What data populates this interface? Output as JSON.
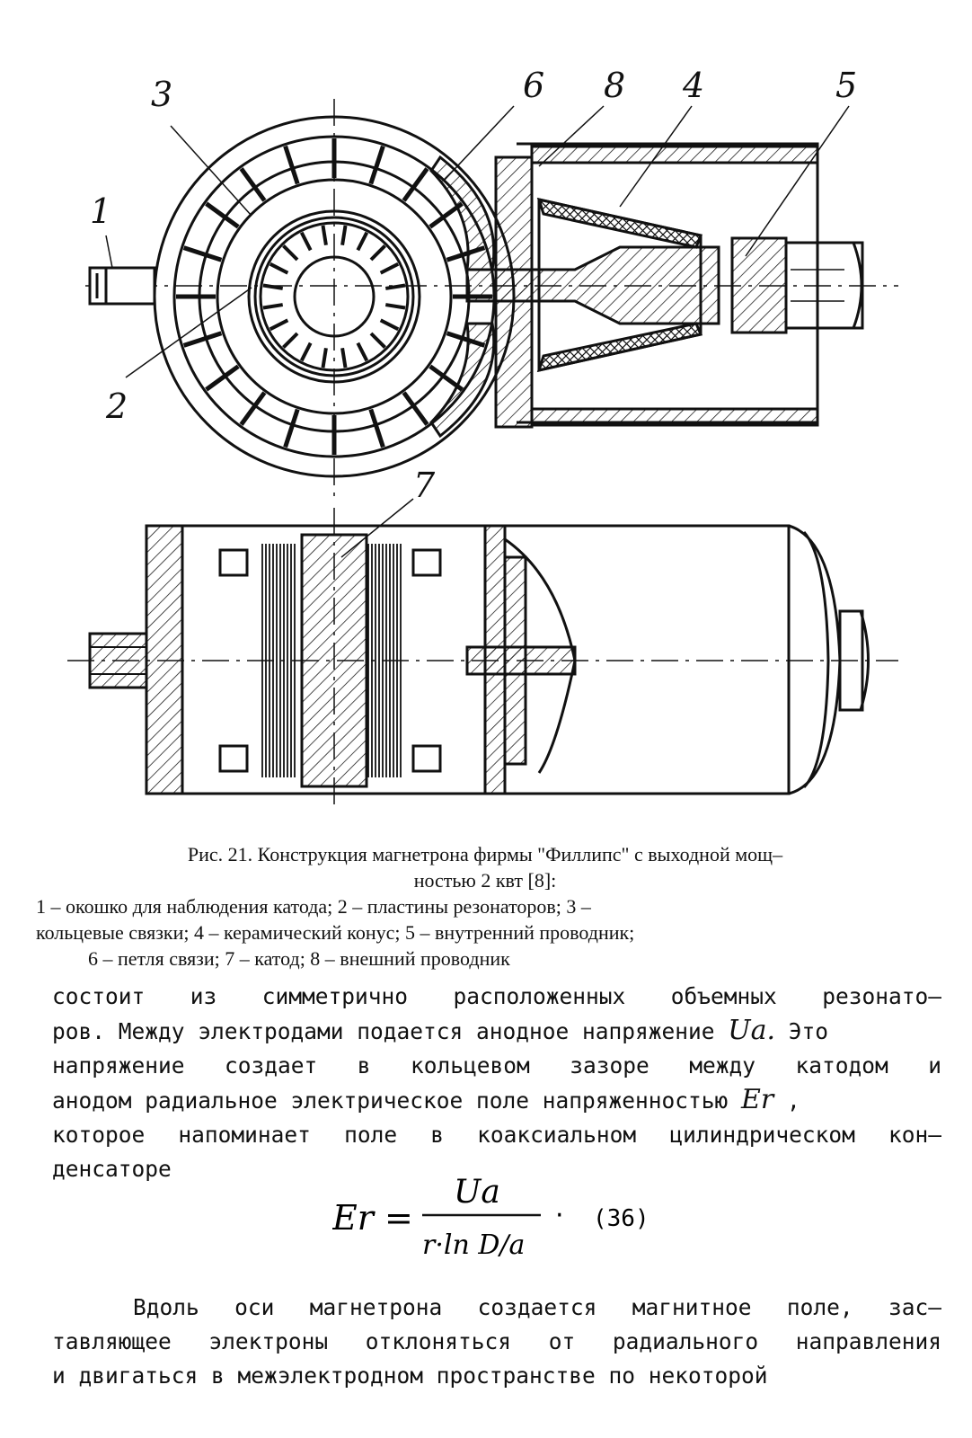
{
  "figure": {
    "labels": {
      "l1": "1",
      "l2": "2",
      "l3": "3",
      "l4": "4",
      "l5": "5",
      "l6": "6",
      "l7": "7",
      "l8": "8"
    }
  },
  "caption": {
    "title_line1": "Рис. 21. Конструкция магнетрона фирмы  \"Филлипс\" с выходной мощ–",
    "title_line2": "ностью 2 квт [8]:",
    "legend_line1": "1 – окошко для наблюдения катода; 2 – пластины резонаторов; 3 –",
    "legend_line2": "кольцевые связки; 4 – керамический конус; 5 – внутренний проводник;",
    "legend_line3": "6 – петля связи; 7 – катод; 8 – внешний проводник"
  },
  "text": {
    "line1": "состоит из симметрично расположенных объемных   резонато–",
    "line2_a": "ров. Между электродами подается анодное напряжение",
    "var_ua": "Ua.",
    "line2_b": "Это",
    "line3": "напряжение создает в кольцевом зазоре между катодом    и",
    "line4_a": "анодом радиальное электрическое поле напряженностью",
    "var_er": "Er",
    "line4_b": ",",
    "line5": "которое напоминает поле в коаксиальном цилиндрическом кон–",
    "line6": "денсаторе"
  },
  "formula": {
    "lhs": "Er =",
    "numerator": "Ua",
    "denominator": "r·ln D/a",
    "dot": "·",
    "number": "(36)"
  },
  "paragraph2": {
    "line1": "Вдоль оси магнетрона  создается магнитное поле,  зас–",
    "line2": "тавляющее электроны отклоняться от радиального направления",
    "line3": "и двигаться в межэлектродном пространстве по некоторой"
  }
}
